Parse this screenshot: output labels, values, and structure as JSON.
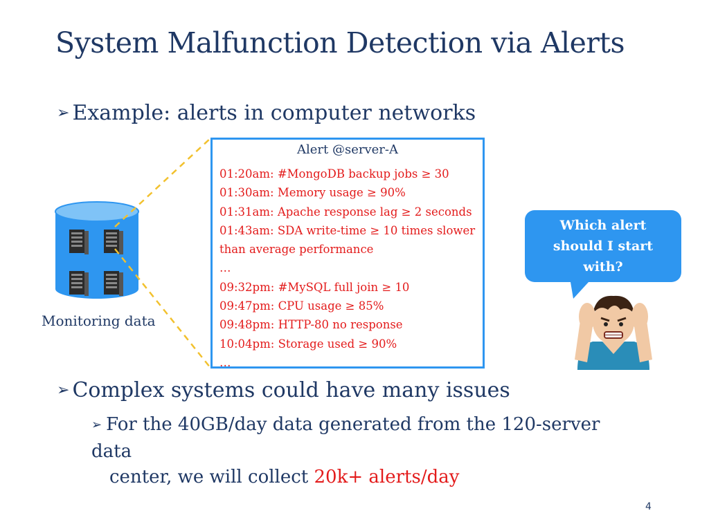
{
  "slide": {
    "title": "System Malfunction Detection via Alerts",
    "bullets": [
      {
        "marker": "➢",
        "text": "Example: alerts in computer networks"
      },
      {
        "marker": "➢",
        "text": "Complex systems could have many issues"
      }
    ],
    "sub_bullet": {
      "marker": "➢",
      "line1": "For the 40GB/day data generated from the 120-server data",
      "line2_prefix": "center, we will collect ",
      "line2_highlight": "20k+ alerts/day"
    },
    "page_number": "4"
  },
  "diagram": {
    "database_label": "Monitoring data",
    "alert_box": {
      "title": "Alert @server-A",
      "lines": [
        "01:20am: #MongoDB backup jobs ≥ 30",
        "01:30am: Memory usage ≥ 90%",
        "01:31am: Apache response lag ≥ 2 seconds",
        "01:43am: SDA write-time ≥ 10 times slower",
        "than average performance",
        "…",
        "09:32pm: #MySQL full join ≥ 10",
        "09:47pm: CPU usage ≥ 85%",
        "09:48pm: HTTP-80 no response",
        "10:04pm: Storage used ≥ 90%",
        "…"
      ]
    },
    "speech_bubble": {
      "line1": "Which alert",
      "line2": "should I start",
      "line3": "with?"
    }
  },
  "colors": {
    "title": "#1f3864",
    "body_text": "#1f3864",
    "alert_text": "#e31b1b",
    "alert_border": "#2e96f0",
    "database": "#2e96f0",
    "connector": "#f2c12e",
    "bubble": "#2e96f0"
  },
  "icons": [
    "database-icon",
    "server-rack-icon",
    "frustrated-person-icon",
    "speech-bubble-icon"
  ]
}
